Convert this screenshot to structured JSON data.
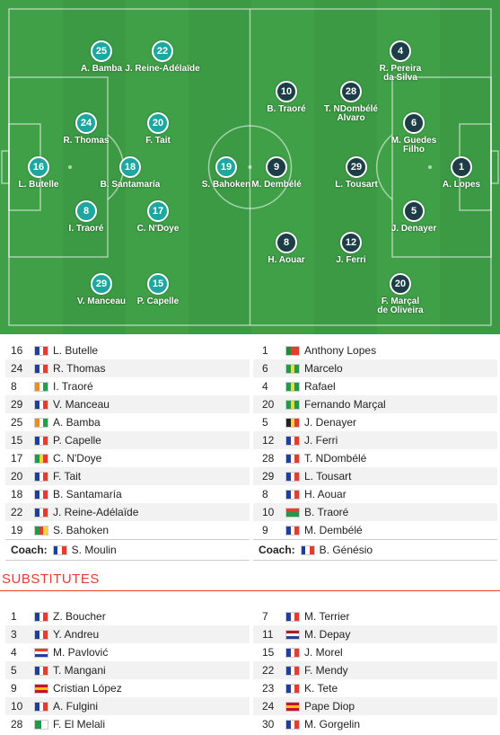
{
  "colors": {
    "home": "#1ea7a0",
    "away": "#1d3e46",
    "pitch_light": "#3d9e45",
    "pitch_dark": "#389140",
    "accent": "#e63b2e"
  },
  "pitch": {
    "home_players": [
      {
        "num": "25",
        "name": "A. Bamba"
      },
      {
        "num": "22",
        "name": "J. Reine-Adélaïde"
      },
      {
        "num": "24",
        "name": "R. Thomas"
      },
      {
        "num": "20",
        "name": "F. Tait"
      },
      {
        "num": "16",
        "name": "L. Butelle"
      },
      {
        "num": "18",
        "name": "B. Santamaría"
      },
      {
        "num": "8",
        "name": "I. Traoré"
      },
      {
        "num": "17",
        "name": "C. N'Doye"
      },
      {
        "num": "29",
        "name": "V. Manceau"
      },
      {
        "num": "15",
        "name": "P. Capelle"
      },
      {
        "num": "19",
        "name": "S. Bahoken"
      }
    ],
    "away_players": [
      {
        "num": "9",
        "name": "M. Dembélé"
      },
      {
        "num": "10",
        "name": "B. Traoré"
      },
      {
        "num": "28",
        "name": "T. NDombélé\nAlvaro"
      },
      {
        "num": "4",
        "name": "R. Pereira\nda Silva"
      },
      {
        "num": "6",
        "name": "M. Guedes\nFilho"
      },
      {
        "num": "29",
        "name": "L. Tousart"
      },
      {
        "num": "1",
        "name": "A. Lopes"
      },
      {
        "num": "5",
        "name": "J. Denayer"
      },
      {
        "num": "8",
        "name": "H. Aouar"
      },
      {
        "num": "12",
        "name": "J. Ferri"
      },
      {
        "num": "20",
        "name": "F. Marçal\nde Oliveira"
      }
    ]
  },
  "lineups": {
    "home": [
      {
        "num": "16",
        "flag": "fr",
        "name": "L. Butelle"
      },
      {
        "num": "24",
        "flag": "fr",
        "name": "R. Thomas"
      },
      {
        "num": "8",
        "flag": "ci",
        "name": "I. Traoré"
      },
      {
        "num": "29",
        "flag": "fr",
        "name": "V. Manceau"
      },
      {
        "num": "25",
        "flag": "ci",
        "name": "A. Bamba"
      },
      {
        "num": "15",
        "flag": "fr",
        "name": "P. Capelle"
      },
      {
        "num": "17",
        "flag": "sn",
        "name": "C. N'Doye"
      },
      {
        "num": "20",
        "flag": "fr",
        "name": "F. Tait"
      },
      {
        "num": "18",
        "flag": "fr",
        "name": "B. Santamaría"
      },
      {
        "num": "22",
        "flag": "fr",
        "name": "J. Reine-Adélaïde"
      },
      {
        "num": "19",
        "flag": "cm",
        "name": "S. Bahoken"
      }
    ],
    "away": [
      {
        "num": "1",
        "flag": "pt",
        "name": "Anthony Lopes"
      },
      {
        "num": "6",
        "flag": "br",
        "name": "Marcelo"
      },
      {
        "num": "4",
        "flag": "br",
        "name": "Rafael"
      },
      {
        "num": "20",
        "flag": "br",
        "name": "Fernando Marçal"
      },
      {
        "num": "5",
        "flag": "be",
        "name": "J. Denayer"
      },
      {
        "num": "12",
        "flag": "fr",
        "name": "J. Ferri"
      },
      {
        "num": "28",
        "flag": "fr",
        "name": "T. NDombélé"
      },
      {
        "num": "29",
        "flag": "fr",
        "name": "L. Tousart"
      },
      {
        "num": "8",
        "flag": "fr",
        "name": "H. Aouar"
      },
      {
        "num": "10",
        "flag": "bf",
        "name": "B. Traoré"
      },
      {
        "num": "9",
        "flag": "fr",
        "name": "M. Dembélé"
      }
    ],
    "coach_label": "Coach:",
    "home_coach": {
      "flag": "fr",
      "name": "S. Moulin"
    },
    "away_coach": {
      "flag": "fr",
      "name": "B. Génésio"
    }
  },
  "substitutes": {
    "title": "SUBSTITUTES",
    "home": [
      {
        "num": "1",
        "flag": "fr",
        "name": "Z. Boucher"
      },
      {
        "num": "3",
        "flag": "fr",
        "name": "Y. Andreu"
      },
      {
        "num": "4",
        "flag": "hr",
        "name": "M. Pavlović"
      },
      {
        "num": "5",
        "flag": "fr",
        "name": "T. Mangani"
      },
      {
        "num": "9",
        "flag": "es",
        "name": "Cristian López"
      },
      {
        "num": "10",
        "flag": "fr",
        "name": "A. Fulgini"
      },
      {
        "num": "28",
        "flag": "dz",
        "name": "F. El Melali"
      }
    ],
    "away": [
      {
        "num": "7",
        "flag": "fr",
        "name": "M. Terrier"
      },
      {
        "num": "11",
        "flag": "nl",
        "name": "M. Depay"
      },
      {
        "num": "15",
        "flag": "fr",
        "name": "J. Morel"
      },
      {
        "num": "22",
        "flag": "fr",
        "name": "F. Mendy"
      },
      {
        "num": "23",
        "flag": "fr",
        "name": "K. Tete"
      },
      {
        "num": "24",
        "flag": "es",
        "name": "Pape Diop"
      },
      {
        "num": "30",
        "flag": "fr",
        "name": "M. Gorgelin"
      }
    ]
  }
}
